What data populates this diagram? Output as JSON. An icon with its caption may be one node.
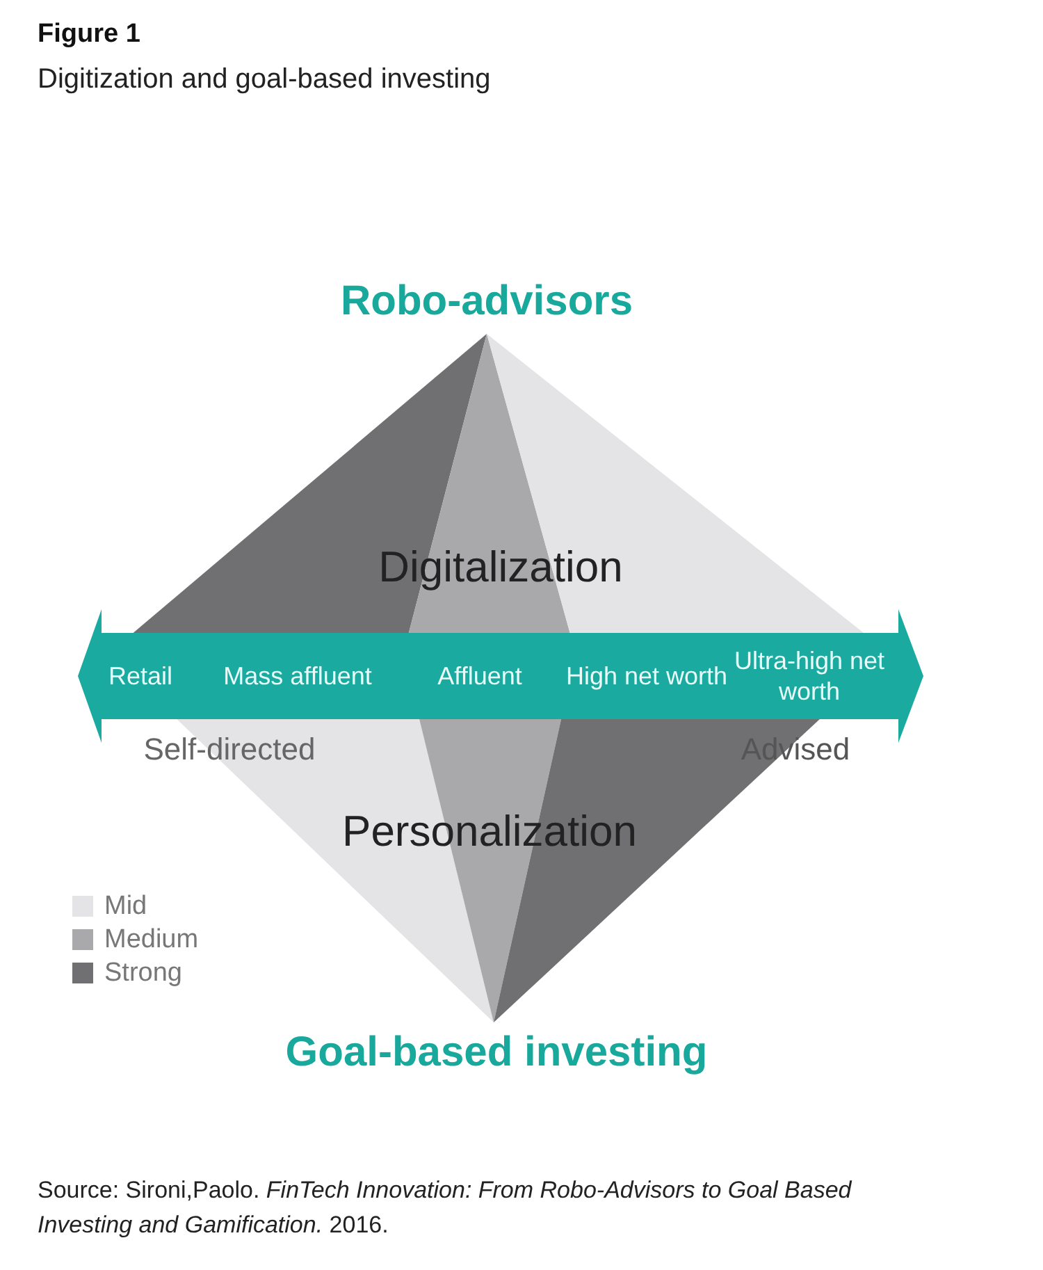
{
  "diagram": {
    "title": "Figure 1",
    "nodes": [
      {
        "text": [
          "Retail",
          "Mass affluent",
          "Affluent",
          "High net worth",
          "Ultra-high net worth"
        ]
      }
    ],
    "edges": [],
    "labels": [
      "Digitization and goal-based investing",
      "Robo-advisors",
      "Digitalization",
      "Self-directed",
      "Advised",
      "Personalization",
      "Goal-based investing"
    ],
    "legend": [
      {
        "text": "Mid",
        "color": "#e4e4e6"
      },
      {
        "text": "Medium",
        "color": "#a9a9ab"
      },
      {
        "text": "Strong",
        "color": "#707072"
      }
    ],
    "caption": "Source: Sironi,Paolo. *FinTech Innovation: From Robo-Advisors to Goal Based Investing and Gamification.* 2016."
  }
}
